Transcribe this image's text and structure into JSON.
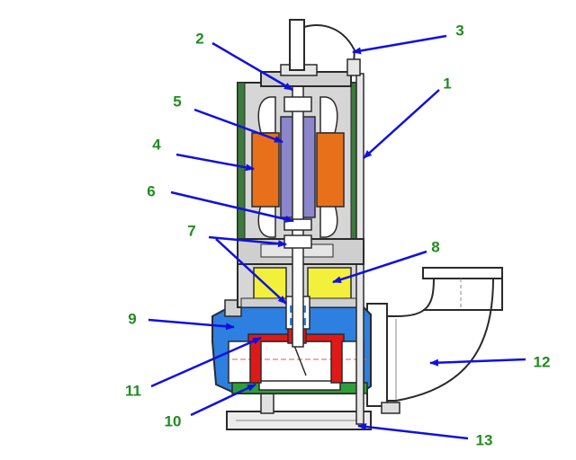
{
  "colors": {
    "label_text": "#228B22",
    "arrow": "#1010e0",
    "outline": "#2a2a2a",
    "stator": "#e8701a",
    "rotor": "#8c86cc",
    "casing_green": "#3b7a3b",
    "motor_fill": "#d6d6d6",
    "seal_chamber": "#f2f03a",
    "volute": "#2d7fe0",
    "impeller": "#e01818",
    "base_ring": "#2e9e3a",
    "pipe_fill": "#ffffff",
    "dashed": "#e05a5a"
  },
  "callouts": [
    {
      "id": "c1",
      "text": "1"
    },
    {
      "id": "c2",
      "text": "2"
    },
    {
      "id": "c3",
      "text": "3"
    },
    {
      "id": "c4",
      "text": "4"
    },
    {
      "id": "c5",
      "text": "5"
    },
    {
      "id": "c6",
      "text": "6"
    },
    {
      "id": "c7",
      "text": "7"
    },
    {
      "id": "c8",
      "text": "8"
    },
    {
      "id": "c9",
      "text": "9"
    },
    {
      "id": "c10",
      "text": "10"
    },
    {
      "id": "c11",
      "text": "11"
    },
    {
      "id": "c12",
      "text": "12"
    },
    {
      "id": "c13",
      "text": "13"
    }
  ]
}
